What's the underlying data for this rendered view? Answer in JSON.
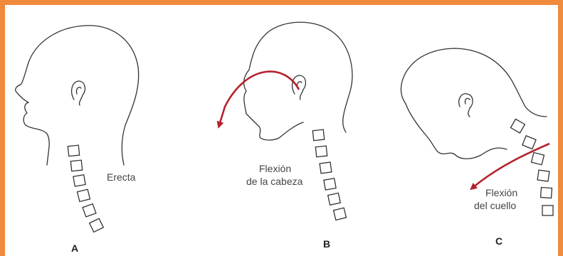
{
  "panels": [
    {
      "letter": "A",
      "label_lines": [
        "Erecta"
      ]
    },
    {
      "letter": "B",
      "label_lines": [
        "Flexión",
        "de la cabeza"
      ]
    },
    {
      "letter": "C",
      "label_lines": [
        "Flexión",
        "del cuello"
      ]
    }
  ],
  "colors": {
    "border": "#f08a3c",
    "arrow": "#b2232d",
    "line": "#333333"
  }
}
